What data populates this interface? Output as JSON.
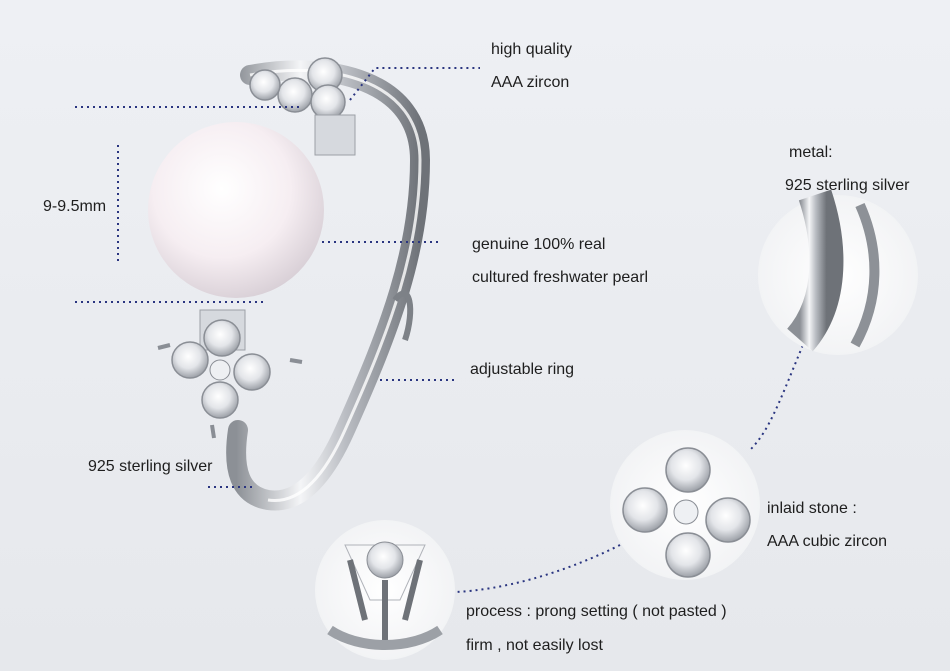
{
  "labels": {
    "zircon_line1": "high quality",
    "zircon_line2": "AAA zircon",
    "size": "9-9.5mm",
    "pearl_line1": "genuine 100% real",
    "pearl_line2": "cultured freshwater pearl",
    "adjustable": "adjustable ring",
    "band_silver": "925 sterling silver",
    "metal_line1": "metal:",
    "metal_line2": "925 sterling silver",
    "stone_line1": "inlaid stone :",
    "stone_line2": "AAA cubic zircon",
    "process_line1": "process : prong setting ( not pasted )",
    "process_line2": "firm , not easily lost"
  },
  "colors": {
    "background": "#e9ebef",
    "dotted_line": "#2a3580",
    "pearl": "#f6f2f4",
    "silver": "#c9ccd2"
  }
}
